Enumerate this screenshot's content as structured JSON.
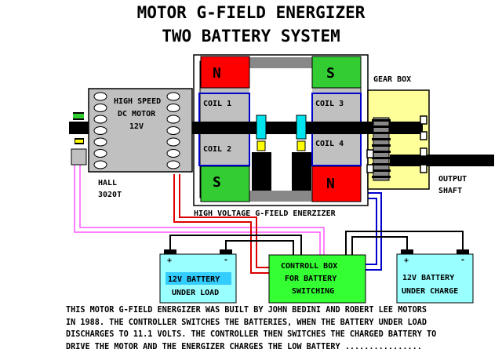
{
  "title": {
    "line1": "MOTOR G-FIELD ENERGIZER",
    "line2": "TWO BATTERY SYSTEM"
  },
  "motor": {
    "line1": "HIGH SPEED",
    "line2": "DC MOTOR",
    "line3": "12V"
  },
  "hall": {
    "line1": "HALL",
    "line2": "3020T"
  },
  "energizer": {
    "poles": {
      "top_left": "N",
      "top_right": "S",
      "bottom_left": "S",
      "bottom_right": "N"
    },
    "coils": {
      "coil1": "COIL 1",
      "coil2": "COIL 2",
      "coil3": "COIL 3",
      "coil4": "COIL 4"
    },
    "label": "HIGH VOLTAGE G-FIELD ENERZIZER"
  },
  "gearbox": {
    "label": "GEAR BOX",
    "output_line1": "OUTPUT",
    "output_line2": "SHAFT"
  },
  "battery_load": {
    "line1": "12V BATTERY",
    "line2": "UNDER LOAD",
    "plus": "+",
    "minus": "-"
  },
  "control_box": {
    "line1": "CONTROLL BOX",
    "line2": "FOR BATTERY",
    "line3": "SWITCHING"
  },
  "battery_charge": {
    "line1": "12V BATTERY",
    "line2": "UNDER CHARGE",
    "plus": "+",
    "minus": "-"
  },
  "description": [
    "THIS MOTOR G-FIELD ENERGIZER WAS BUILT BY JOHN BEDINI AND ROBERT LEE MOTORS",
    "IN 1988. THE CONTROLLER SWITCHES THE BATTERIES, WHEN THE BATTERY UNDER LOAD",
    "DISCHARGES TO 11.1 VOLTS. THE CONTROLLER THEN SWITCHES THE CHARGED BATTERY TO",
    "DRIVE THE MOTOR AND THE ENERGIZER CHARGES THE LOW BATTERY ................"
  ],
  "colors": {
    "magnet_red": "#ff0000",
    "magnet_green": "#33cc33",
    "coil_border": "#0000cc",
    "battery_fill": "#99ffff",
    "control_fill": "#33ff33",
    "gearbox_fill": "#ffff99",
    "wire_red": "#dd0000",
    "wire_pink": "#ff55ff",
    "wire_blue": "#0000cc"
  }
}
